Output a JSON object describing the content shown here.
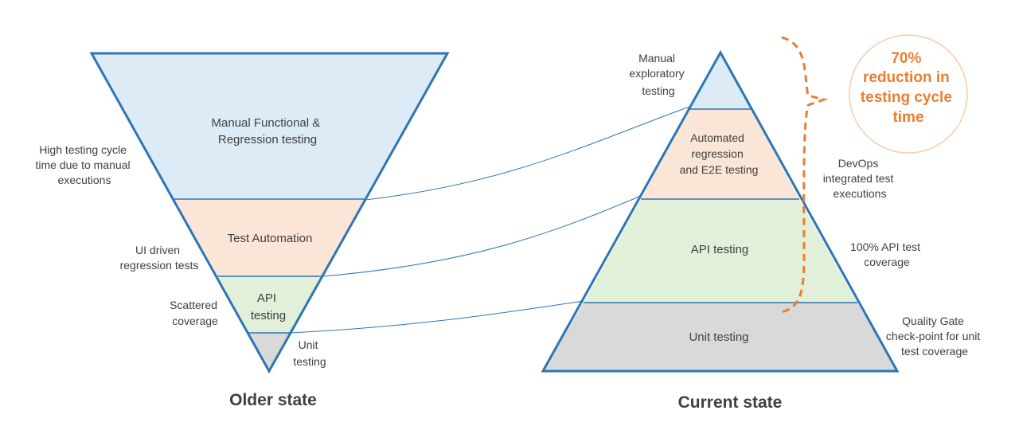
{
  "older": {
    "caption": "Older state",
    "layers": [
      {
        "name": "manual",
        "lines": [
          "Manual  Functional  &",
          "Regression  testing"
        ]
      },
      {
        "name": "automation",
        "lines": [
          "Test  Automation"
        ]
      },
      {
        "name": "api",
        "lines": [
          "API",
          "testing"
        ]
      },
      {
        "name": "unit",
        "lines": [
          "Unit",
          "testing"
        ]
      }
    ],
    "notes": {
      "manual": [
        "High testing cycle",
        "time due to manual",
        "executions"
      ],
      "automation": [
        "UI driven",
        "regression tests"
      ],
      "api": [
        "Scattered",
        "coverage"
      ]
    }
  },
  "current": {
    "caption": "Current state",
    "layers": [
      {
        "name": "exploratory",
        "lines": [
          "Manual",
          "exploratory",
          "testing"
        ]
      },
      {
        "name": "automated",
        "lines": [
          "Automated",
          "regression",
          "and  E2E  testing"
        ]
      },
      {
        "name": "api",
        "lines": [
          "API testing"
        ]
      },
      {
        "name": "unit",
        "lines": [
          "Unit  testing"
        ]
      }
    ],
    "notes": {
      "automated": [
        "DevOps",
        "integrated test",
        "executions"
      ],
      "api": [
        "100% API test",
        "coverage"
      ],
      "unit": [
        "Quality  Gate",
        "check-point for unit",
        "test coverage"
      ]
    }
  },
  "callout": {
    "lines": [
      "70%",
      "reduction in",
      "testing cycle",
      "time"
    ]
  },
  "colors": {
    "outline": "#2E75B6",
    "manual": "#DDEBF7",
    "automation": "#FBE5D6",
    "api": "#E2F0D9",
    "unit": "#D9D9D9",
    "accent": "#ED7D31"
  }
}
